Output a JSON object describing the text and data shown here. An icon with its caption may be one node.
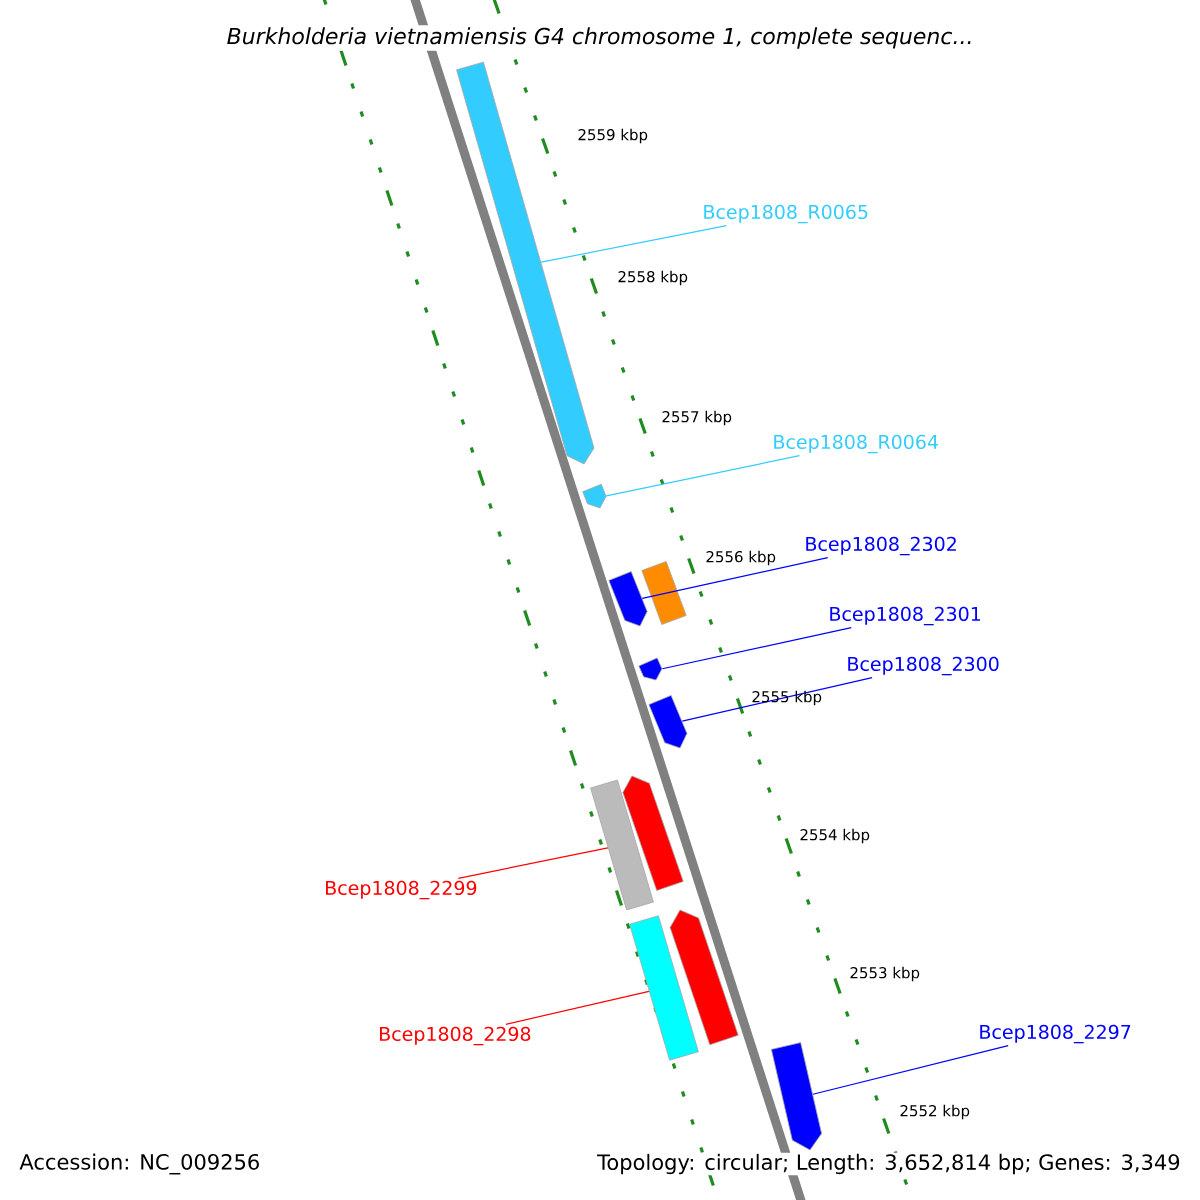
{
  "diagram": {
    "title": "Burkholderia vietnamiensis G4 chromosome 1, complete sequenc...",
    "nodes": [
      {
        "text": [
          "Bcep1808_R0065"
        ]
      },
      {
        "text": [
          "Bcep1808_R0064"
        ]
      },
      {
        "text": [
          "Bcep1808_2302"
        ]
      },
      {
        "text": [
          "Bcep1808_2301"
        ]
      },
      {
        "text": [
          "Bcep1808_2300"
        ]
      },
      {
        "text": [
          "Bcep1808_2299"
        ]
      },
      {
        "text": [
          "Bcep1808_2298"
        ]
      },
      {
        "text": [
          "Bcep1808_2297"
        ]
      },
      {
        "text": [],
        "shape": "bar"
      },
      {
        "text": [],
        "shape": "bar"
      },
      {
        "text": [],
        "shape": "bar"
      },
      {
        "text": [],
        "shape": "bar"
      },
      {
        "text": [],
        "shape": "bar"
      },
      {
        "text": [],
        "shape": "bar"
      },
      {
        "text": [],
        "shape": "bar"
      },
      {
        "text": [],
        "shape": "bar"
      },
      {
        "text": [],
        "shape": "bar"
      },
      {
        "text": [],
        "shape": "bar"
      },
      {
        "text": [],
        "shape": "bar"
      }
    ],
    "edges": [
      {
        "from": 0,
        "to": 8,
        "arrow": "none",
        "color": "#33ccff"
      },
      {
        "from": 1,
        "to": 9,
        "arrow": "none",
        "color": "#33ccff"
      },
      {
        "from": 2,
        "to": 10,
        "arrow": "none"
      },
      {
        "from": 3,
        "to": 12,
        "arrow": "none"
      },
      {
        "from": 4,
        "to": 13,
        "arrow": "none"
      },
      {
        "from": 5,
        "to": 14,
        "arrow": "none",
        "color": "#ff0000"
      },
      {
        "from": 6,
        "to": 16,
        "arrow": "none",
        "color": "#ff0000"
      },
      {
        "from": 7,
        "to": 18,
        "arrow": "none"
      }
    ],
    "labels": [
      "2559 kbp",
      "2558 kbp",
      "2557 kbp",
      "2556 kbp",
      "2555 kbp",
      "2554 kbp",
      "2553 kbp",
      "2552 kbp",
      "Accession: NC_009256",
      "Topology: circular; Length: 3,652,814 bp; Genes: 3,349"
    ]
  }
}
